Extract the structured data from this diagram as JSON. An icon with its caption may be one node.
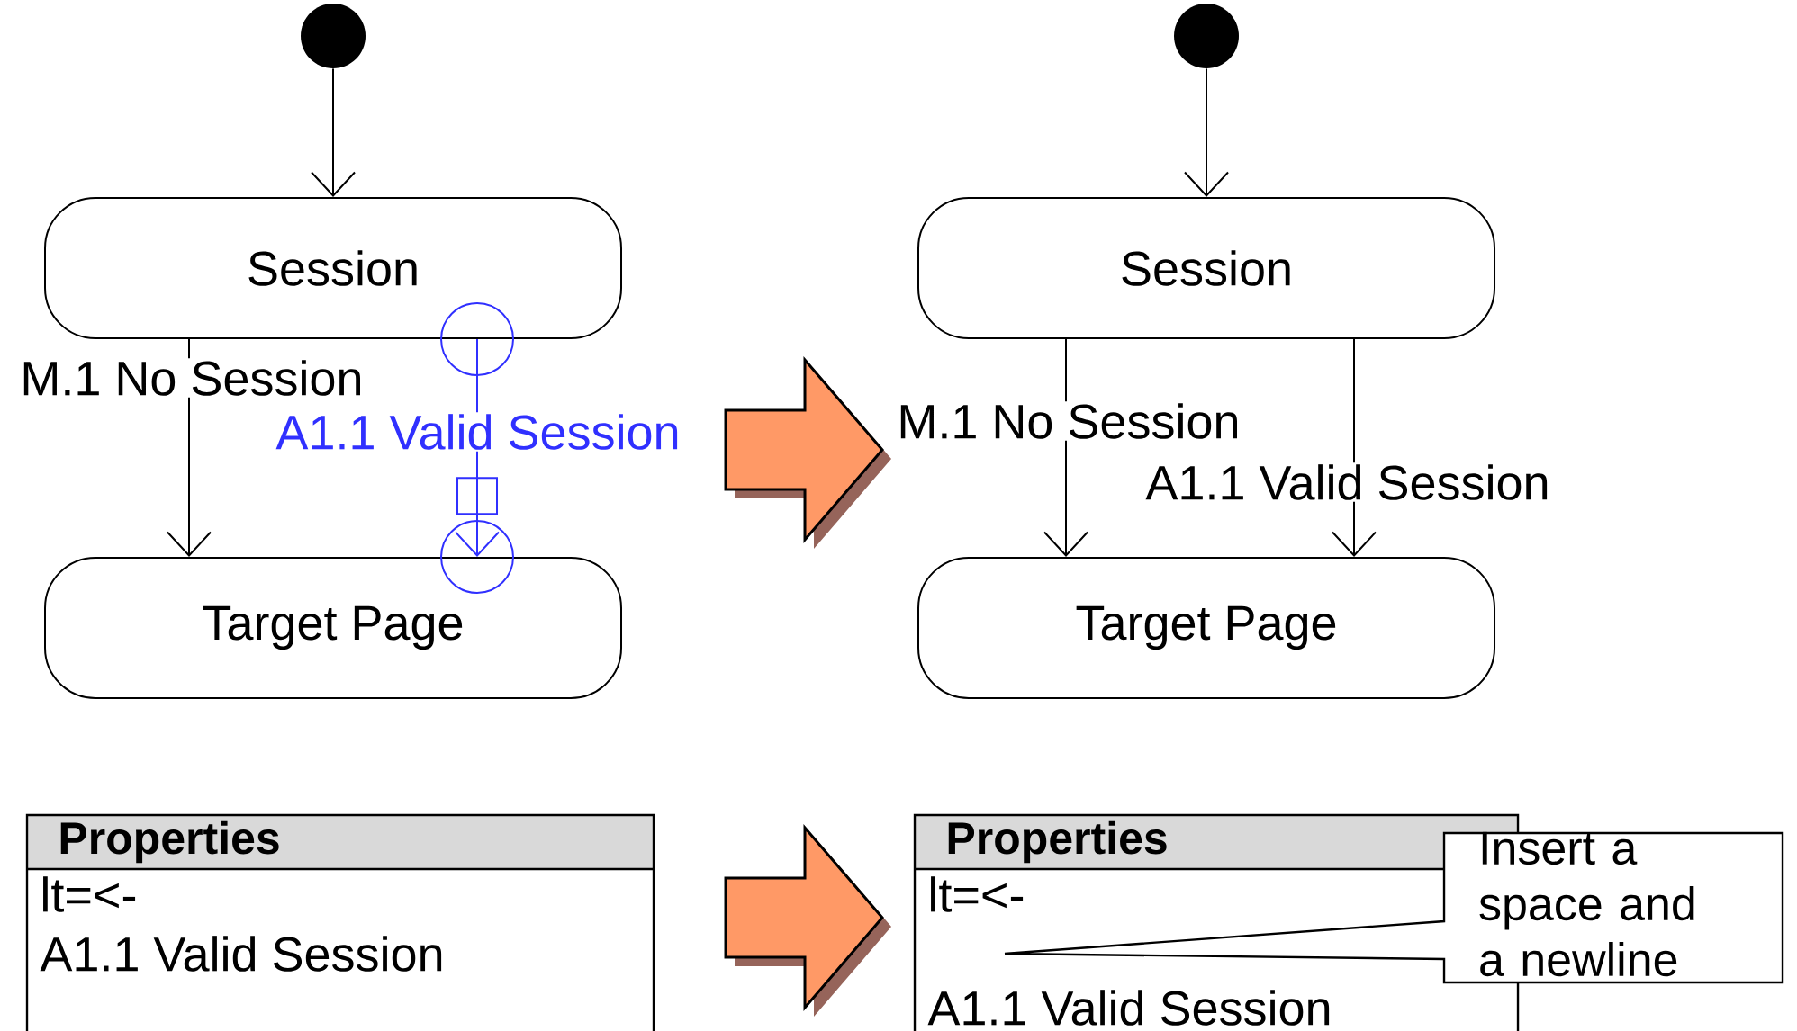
{
  "diagram": {
    "nodes": [
      {
        "text": [],
        "shape": "circle"
      },
      {
        "text": [
          "Session"
        ]
      },
      {
        "text": [
          "Target Page"
        ]
      },
      {
        "text": [],
        "shape": "circle"
      },
      {
        "text": [
          "Session"
        ]
      },
      {
        "text": [
          "Target Page"
        ]
      },
      {
        "text": [
          "Properties",
          "lt=<-",
          "A1.1 Valid Session"
        ]
      },
      {
        "text": [
          "Properties",
          "lt=<-",
          "A1.1 Valid Session"
        ]
      },
      {
        "text": [
          "Insert a space and a newline"
        ]
      }
    ],
    "edges": [
      {
        "from": 0,
        "to": 1,
        "arrow": "to"
      },
      {
        "from": 1,
        "to": 2,
        "arrow": "to",
        "label": "M.1 No Session"
      },
      {
        "from": 1,
        "to": 2,
        "arrow": "to",
        "label": "A1.1 Valid Session",
        "color": "#3030ff"
      },
      {
        "from": 3,
        "to": 4,
        "arrow": "to"
      },
      {
        "from": 4,
        "to": 5,
        "arrow": "to",
        "label": "M.1 No Session"
      },
      {
        "from": 4,
        "to": 5,
        "arrow": "to",
        "label": "A1.1 Valid Session"
      }
    ]
  }
}
